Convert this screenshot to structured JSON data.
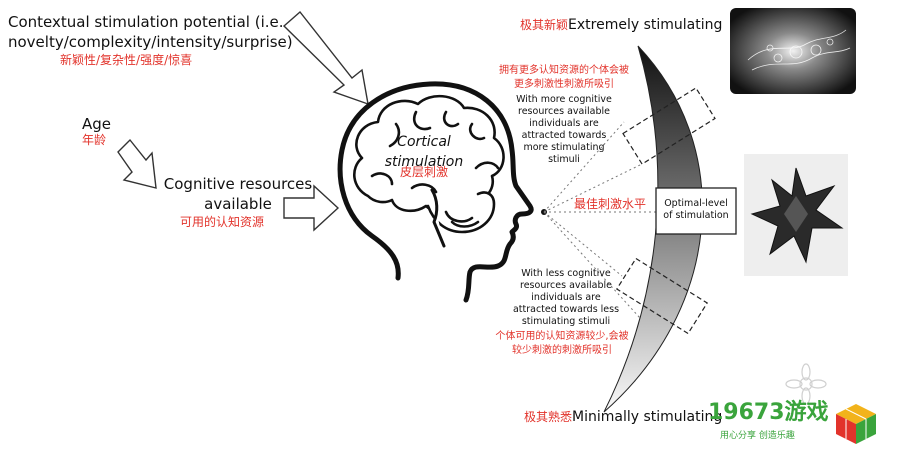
{
  "left": {
    "contextual": {
      "en": "Contextual stimulation potential (i.e. novelty/complexity/intensity/surprise)",
      "zh": "新颖性/复杂性/强度/惊喜"
    },
    "age": {
      "en": "Age",
      "zh": "年龄"
    },
    "cognitive": {
      "en": "Cognitive resources available",
      "zh": "可用的认知资源"
    }
  },
  "head": {
    "en": "Cortical stimulation",
    "zh": "皮层刺激"
  },
  "right": {
    "top": {
      "zh": "极其新颖",
      "en": "Extremely stimulating"
    },
    "bottom": {
      "zh": "极其熟悉",
      "en": "Minimally stimulating"
    },
    "more": {
      "zh": "拥有更多认知资源的个体会被更多刺激性刺激所吸引",
      "en": "With more cognitive resources available individuals are attracted towards more stimulating stimuli"
    },
    "less": {
      "en": "With less cognitive resources available individuals are attracted towards less stimulating stimuli",
      "zh": "个体可用的认知资源较少,会被较少刺激的刺激所吸引"
    },
    "optimal": {
      "zh": "最佳刺激水平",
      "en": "Optimal-level of stimulation"
    }
  },
  "watermark": {
    "brand": "19673游戏",
    "slogan": "用心分享 创造乐趣"
  },
  "colors": {
    "red": "#e2332b",
    "green": "#3aa43c"
  }
}
